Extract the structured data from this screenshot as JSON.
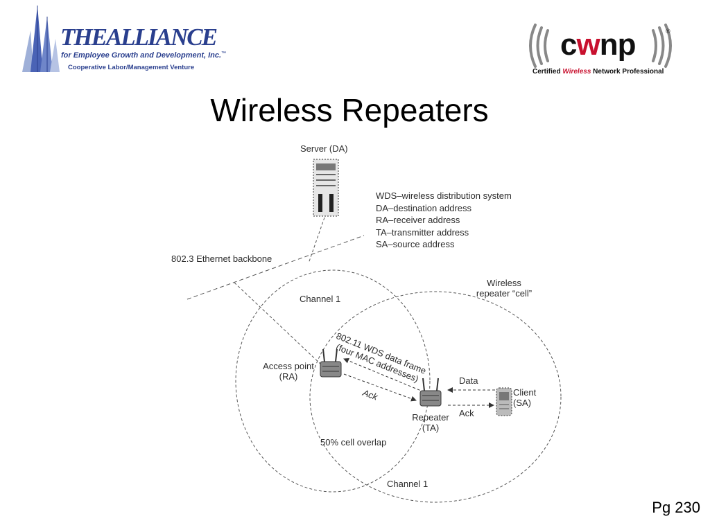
{
  "title": "Wireless Repeaters",
  "page_number": "Pg 230",
  "logos": {
    "alliance": {
      "name": "THEALLIANCE",
      "subtitle": "for Employee Growth and Development, Inc.",
      "tm": "™",
      "tagline": "Cooperative Labor/Management Venture"
    },
    "cwnp": {
      "name_c": "c",
      "name_w": "w",
      "name_np": "np",
      "registered": "®",
      "tagline_pre": "Certified ",
      "tagline_accent": "Wireless",
      "tagline_post": " Network Professional",
      "accent_color": "#c8102e"
    }
  },
  "diagram": {
    "server_label": "Server (DA)",
    "legend": [
      "WDS–wireless distribution system",
      "DA–destination address",
      "RA–receiver address",
      "TA–transmitter address",
      "SA–source address"
    ],
    "backbone_label": "802.3 Ethernet backbone",
    "channel_top_label": "Channel 1",
    "channel_bottom_label": "Channel 1",
    "repeater_cell_line1": "Wireless",
    "repeater_cell_line2": "repeater “cell”",
    "wds_frame_line1": "802.11 WDS data frame",
    "wds_frame_line2": "(four MAC addresses)",
    "ap_line1": "Access point",
    "ap_line2": "(RA)",
    "repeater_line1": "Repeater",
    "repeater_line2": "(TA)",
    "client_line1": "Client",
    "client_line2": "(SA)",
    "data_label": "Data",
    "ack_client_label": "Ack",
    "ack_ap_label": "Ack",
    "overlap_label": "50% cell overlap"
  }
}
